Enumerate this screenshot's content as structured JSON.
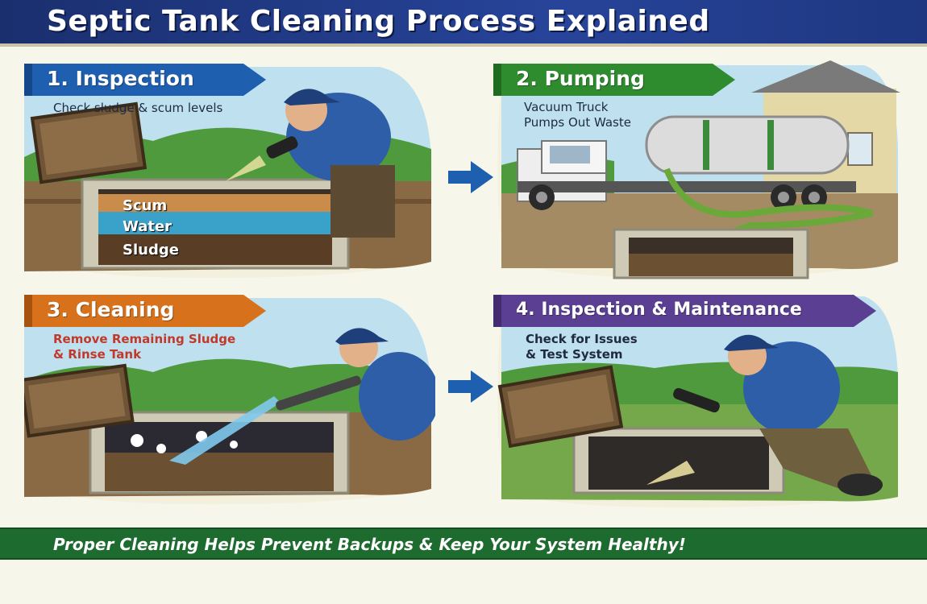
{
  "title": "Septic Tank Cleaning Process Explained",
  "steps": [
    {
      "heading": "1. Inspection",
      "caption_lines": [
        "Check sludge & scum levels"
      ],
      "color": "#1f5fb0"
    },
    {
      "heading": "2. Pumping",
      "caption_lines": [
        "Vacuum Truck",
        "Pumps Out Waste"
      ],
      "color": "#2e8b2e"
    },
    {
      "heading": "3. Cleaning",
      "caption_lines": [
        "Remove Remaining Sludge",
        "& Rinse Tank"
      ],
      "color": "#d8711c"
    },
    {
      "heading": "4. Inspection & Maintenance",
      "caption_lines": [
        "Check for Issues",
        "& Test System"
      ],
      "color": "#5b3f93"
    }
  ],
  "tank_layers": [
    "Scum",
    "Water",
    "Sludge"
  ],
  "footer": "Proper Cleaning Helps Prevent Backups & Keep Your System Healthy!",
  "colors": {
    "title_bar": "#27449a",
    "footer_bar": "#1d6b2f",
    "arrow": "#1f5fb0"
  },
  "icons": [
    "right-arrow-icon"
  ]
}
